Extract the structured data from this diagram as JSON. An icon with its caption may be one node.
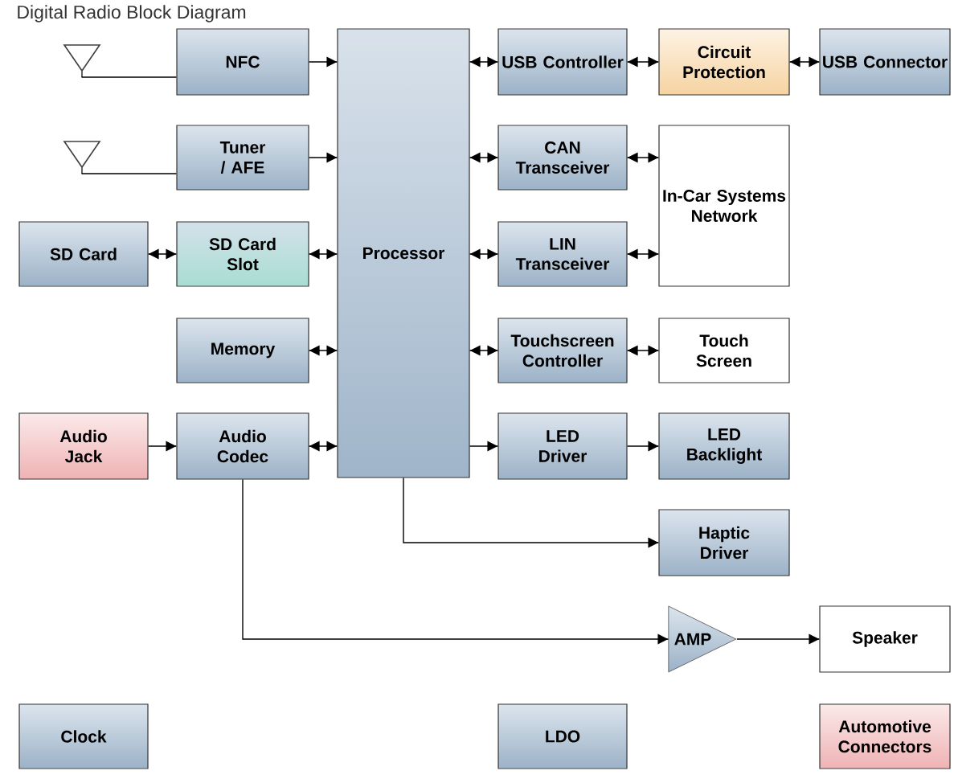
{
  "diagram": {
    "title": "Digital Radio Block Diagram",
    "nodes": [
      {
        "text": [],
        "shape": "antenna"
      },
      {
        "text": [
          "NFC"
        ]
      },
      {
        "text": [
          "Processor"
        ]
      },
      {
        "text": [
          "USB Controller"
        ]
      },
      {
        "text": [
          "Circuit Protection"
        ]
      },
      {
        "text": [
          "USB Connector"
        ]
      },
      {
        "text": [],
        "shape": "antenna"
      },
      {
        "text": [
          "Tuner / AFE"
        ]
      },
      {
        "text": [
          "CAN Transceiver"
        ]
      },
      {
        "text": [
          "In-Car Systems Network"
        ]
      },
      {
        "text": [
          "SD Card"
        ]
      },
      {
        "text": [
          "SD Card Slot"
        ]
      },
      {
        "text": [
          "LIN Transceiver"
        ]
      },
      {
        "text": [
          "Memory"
        ]
      },
      {
        "text": [
          "Touchscreen Controller"
        ]
      },
      {
        "text": [
          "Touch Screen"
        ]
      },
      {
        "text": [
          "Audio Jack"
        ]
      },
      {
        "text": [
          "Audio Codec"
        ]
      },
      {
        "text": [
          "LED Driver"
        ]
      },
      {
        "text": [
          "LED Backlight"
        ]
      },
      {
        "text": [
          "Haptic Driver"
        ]
      },
      {
        "text": [
          "AMP"
        ]
      },
      {
        "text": [
          "Speaker"
        ]
      },
      {
        "text": [
          "Clock"
        ]
      },
      {
        "text": [
          "LDO"
        ]
      },
      {
        "text": [
          "Automotive Connectors"
        ]
      }
    ],
    "edges": [
      {
        "from": 0,
        "to": 1,
        "arrow": "none"
      },
      {
        "from": 1,
        "to": 2,
        "arrow": "to"
      },
      {
        "from": 2,
        "to": 3,
        "arrow": "both"
      },
      {
        "from": 3,
        "to": 4,
        "arrow": "both"
      },
      {
        "from": 4,
        "to": 5,
        "arrow": "both"
      },
      {
        "from": 6,
        "to": 7,
        "arrow": "none"
      },
      {
        "from": 7,
        "to": 2,
        "arrow": "to"
      },
      {
        "from": 2,
        "to": 8,
        "arrow": "both"
      },
      {
        "from": 8,
        "to": 9,
        "arrow": "both"
      },
      {
        "from": 10,
        "to": 11,
        "arrow": "both"
      },
      {
        "from": 11,
        "to": 2,
        "arrow": "both"
      },
      {
        "from": 2,
        "to": 12,
        "arrow": "both"
      },
      {
        "from": 12,
        "to": 9,
        "arrow": "both"
      },
      {
        "from": 13,
        "to": 2,
        "arrow": "both"
      },
      {
        "from": 2,
        "to": 14,
        "arrow": "both"
      },
      {
        "from": 14,
        "to": 15,
        "arrow": "both"
      },
      {
        "from": 16,
        "to": 17,
        "arrow": "to"
      },
      {
        "from": 17,
        "to": 2,
        "arrow": "both"
      },
      {
        "from": 2,
        "to": 18,
        "arrow": "to"
      },
      {
        "from": 18,
        "to": 19,
        "arrow": "to"
      },
      {
        "from": 2,
        "to": 20,
        "arrow": "to"
      },
      {
        "from": 17,
        "to": 21,
        "arrow": "to"
      },
      {
        "from": 21,
        "to": 22,
        "arrow": "to"
      }
    ]
  }
}
